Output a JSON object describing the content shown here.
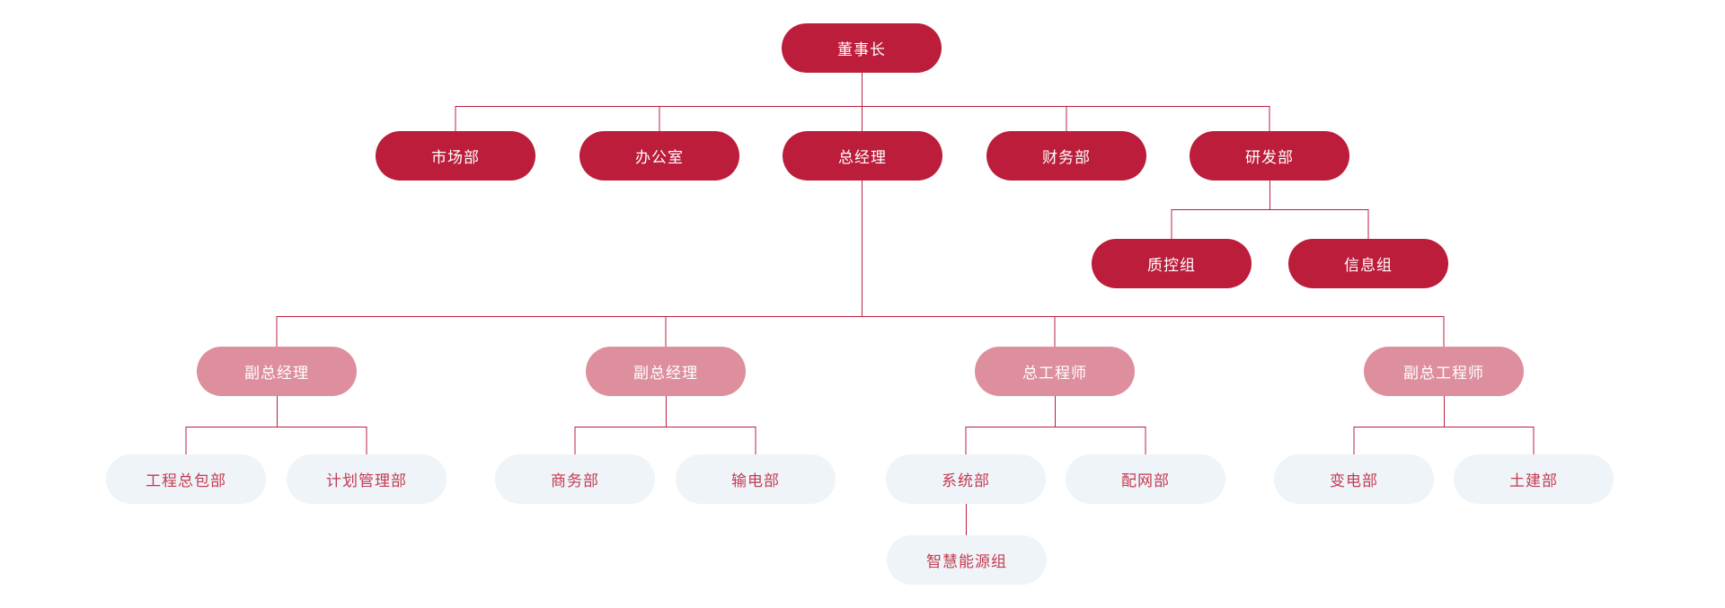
{
  "diagram": {
    "type": "org-chart",
    "title": "",
    "structure": [
      {
        "id": "chairman",
        "children": [
          "marketing",
          "office",
          "general_manager",
          "finance",
          "rnd"
        ]
      },
      {
        "id": "rnd",
        "children": [
          "qc_group",
          "info_group"
        ]
      },
      {
        "id": "general_manager",
        "children": [
          "deputy_gm_1",
          "deputy_gm_2",
          "chief_engineer",
          "deputy_chief_engineer"
        ]
      },
      {
        "id": "deputy_gm_1",
        "children": [
          "epc_dept",
          "planning_dept"
        ]
      },
      {
        "id": "deputy_gm_2",
        "children": [
          "commerce_dept",
          "transmission_dept"
        ]
      },
      {
        "id": "chief_engineer",
        "children": [
          "system_dept",
          "distribution_dept"
        ]
      },
      {
        "id": "deputy_chief_engineer",
        "children": [
          "substation_dept",
          "civil_dept"
        ]
      },
      {
        "id": "system_dept",
        "children": [
          "smart_energy_group"
        ]
      }
    ]
  },
  "nodes": {
    "chairman": {
      "label": "董事长",
      "style": "primary"
    },
    "marketing": {
      "label": "市场部",
      "style": "primary"
    },
    "office": {
      "label": "办公室",
      "style": "primary"
    },
    "general_manager": {
      "label": "总经理",
      "style": "primary"
    },
    "finance": {
      "label": "财务部",
      "style": "primary"
    },
    "rnd": {
      "label": "研发部",
      "style": "primary"
    },
    "qc_group": {
      "label": "质控组",
      "style": "primary"
    },
    "info_group": {
      "label": "信息组",
      "style": "primary"
    },
    "deputy_gm_1": {
      "label": "副总经理",
      "style": "secondary"
    },
    "deputy_gm_2": {
      "label": "副总经理",
      "style": "secondary"
    },
    "chief_engineer": {
      "label": "总工程师",
      "style": "secondary"
    },
    "deputy_chief_engineer": {
      "label": "副总工程师",
      "style": "secondary"
    },
    "epc_dept": {
      "label": "工程总包部",
      "style": "tertiary"
    },
    "planning_dept": {
      "label": "计划管理部",
      "style": "tertiary"
    },
    "commerce_dept": {
      "label": "商务部",
      "style": "tertiary"
    },
    "transmission_dept": {
      "label": "输电部",
      "style": "tertiary"
    },
    "system_dept": {
      "label": "系统部",
      "style": "tertiary"
    },
    "distribution_dept": {
      "label": "配网部",
      "style": "tertiary"
    },
    "substation_dept": {
      "label": "变电部",
      "style": "tertiary"
    },
    "civil_dept": {
      "label": "土建部",
      "style": "tertiary"
    },
    "smart_energy_group": {
      "label": "智慧能源组",
      "style": "tertiary"
    }
  },
  "colors": {
    "primary": "#BB1D3B",
    "secondary": "#DE8F9E",
    "tertiary_bg": "#EFF4F8",
    "tertiary_text": "#C43A52",
    "line": "#B92040",
    "canvas_bg": "#FFFFFF"
  }
}
